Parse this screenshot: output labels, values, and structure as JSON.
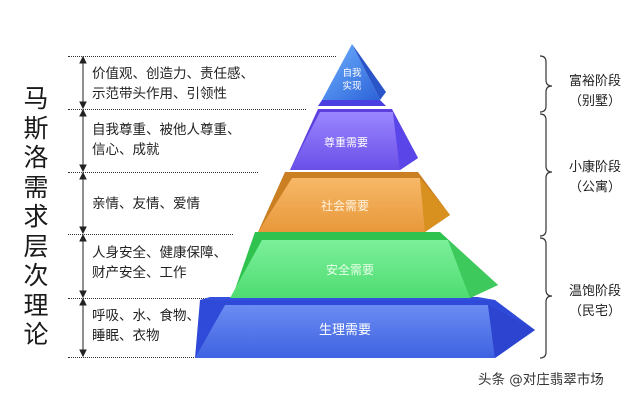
{
  "title": {
    "chars": [
      "马",
      "斯",
      "洛",
      "需",
      "求",
      "层",
      "次",
      "理",
      "论"
    ],
    "text": "马斯洛需求层次理论"
  },
  "levels": [
    {
      "name": "自我实现",
      "line1": "自我",
      "line2": "实现",
      "desc_line1": "价值观、创造力、责任感、",
      "desc_line2": "示范带头作用、引领性",
      "color": "#3f7fe0"
    },
    {
      "name": "尊重需要",
      "desc_line1": "自我尊重、被他人尊重、",
      "desc_line2": "信心、成就",
      "color": "#7a5ff0"
    },
    {
      "name": "社会需要",
      "desc_line1": "亲情、友情、爱情",
      "desc_line2": "",
      "color": "#f0a54a"
    },
    {
      "name": "安全需要",
      "desc_line1": "人身安全、健康保障、",
      "desc_line2": "财产安全、工作",
      "color": "#5fe57d"
    },
    {
      "name": "生理需要",
      "desc_line1": "呼吸、水、食物、",
      "desc_line2": "睡眠、衣物",
      "color": "#4a6fe8"
    }
  ],
  "stages": [
    {
      "name": "富裕阶段",
      "sub": "（别墅）"
    },
    {
      "name": "小康阶段",
      "sub": "（公寓）"
    },
    {
      "name": "温饱阶段",
      "sub": "（民宅）"
    }
  ],
  "watermark": "头条 @对庄翡翠市场"
}
